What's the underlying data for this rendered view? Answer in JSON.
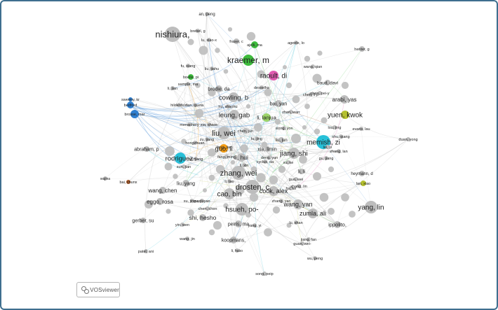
{
  "logo": {
    "text": "VOSviewer"
  },
  "colors": {
    "gray": "#bdbdbd",
    "blue": "#2f7fd0",
    "green": "#3cbb3c",
    "red": "#e02a2a",
    "cyan": "#27c0d8",
    "purple": "#9b59d0",
    "orange": "#f39c12",
    "pink": "#e05ab0",
    "olive": "#b5c02e",
    "brown": "#a65a2a",
    "lightgreen": "#9bd46a"
  },
  "nodes": [
    {
      "label": "an, peng",
      "c": "gray"
    },
    {
      "label": "nishiura,",
      "c": "gray"
    },
    {
      "label": "brebel, g",
      "c": "gray"
    },
    {
      "label": "ajelli, ma",
      "c": "green"
    },
    {
      "label": "fraser, c",
      "c": "gray"
    },
    {
      "label": "kraemer, m",
      "c": "green"
    },
    {
      "label": "lu, xiao-x",
      "c": "gray"
    },
    {
      "label": "liu, jiahu",
      "c": "gray"
    },
    {
      "label": "fu, xiang",
      "c": "gray"
    },
    {
      "label": "boelle, pi",
      "c": "green"
    },
    {
      "label": "sample, ma",
      "c": "gray"
    },
    {
      "label": "li, jian",
      "c": "gray"
    },
    {
      "label": "ageele, lo",
      "c": "gray"
    },
    {
      "label": "henter, g",
      "c": "gray"
    },
    {
      "label": "wang, qian",
      "c": "gray"
    },
    {
      "label": "raoult, di",
      "c": "pink"
    },
    {
      "label": "baud, davi",
      "c": "gray"
    },
    {
      "label": "chen, pei-y",
      "c": "gray"
    },
    {
      "label": "chen, li-p",
      "c": "gray"
    },
    {
      "label": "arabi, yas",
      "c": "gray"
    },
    {
      "label": "sweeny, kr",
      "c": "blue"
    },
    {
      "label": "bedford",
      "c": "blue"
    },
    {
      "label": "brosse, mar",
      "c": "blue"
    },
    {
      "label": "hildenfeld",
      "c": "gray"
    },
    {
      "label": "tan, queta",
      "c": "gray"
    },
    {
      "label": "brodie, da",
      "c": "gray"
    },
    {
      "label": "desselha",
      "c": "gray"
    },
    {
      "label": "cowling, b",
      "c": "gray"
    },
    {
      "label": "hu, shaohu",
      "c": "gray"
    },
    {
      "label": "leung, gab",
      "c": "gray"
    },
    {
      "label": "bai, yan",
      "c": "gray"
    },
    {
      "label": "zhan, warr",
      "c": "gray"
    },
    {
      "label": "yuen, kwok",
      "c": "olive"
    },
    {
      "label": "li, lanjua",
      "c": "lightgreen"
    },
    {
      "label": "xiong, yon",
      "c": "gray"
    },
    {
      "label": "lou, jing",
      "c": "gray"
    },
    {
      "label": "evans, lau",
      "c": "gray"
    },
    {
      "label": "shu, qiang",
      "c": "gray"
    },
    {
      "label": "menachery",
      "c": "gray"
    },
    {
      "label": "xia, shiwe",
      "c": "gray"
    },
    {
      "label": "liu, wei",
      "c": "gray"
    },
    {
      "label": "chen, jun",
      "c": "gray"
    },
    {
      "label": "zu, jiang",
      "c": "gray"
    },
    {
      "label": "fang, jian",
      "c": "gray"
    },
    {
      "label": "lu, jing",
      "c": "gray"
    },
    {
      "label": "liu, jun",
      "c": "gray"
    },
    {
      "label": "memish, zi",
      "c": "cyan"
    },
    {
      "label": "duan, yong",
      "c": "gray"
    },
    {
      "label": "hongzhuan",
      "c": "gray"
    },
    {
      "label": "abraham, p",
      "c": "gray"
    },
    {
      "label": "guo, li",
      "c": "orange"
    },
    {
      "label": "xia, limin",
      "c": "gray"
    },
    {
      "label": "jiang, shi",
      "c": "gray"
    },
    {
      "label": "zhang, lan",
      "c": "gray"
    },
    {
      "label": "rodriguez-",
      "c": "cyan"
    },
    {
      "label": "fang, ming",
      "c": "gray"
    },
    {
      "label": "li, hui",
      "c": "gray"
    },
    {
      "label": "deng, yan",
      "c": "gray"
    },
    {
      "label": "qu, jiang",
      "c": "gray"
    },
    {
      "label": "xu, ke",
      "c": "gray"
    },
    {
      "label": "sun, jian",
      "c": "gray"
    },
    {
      "label": "li, xin",
      "c": "gray"
    },
    {
      "label": "zhang, wei",
      "c": "gray"
    },
    {
      "label": "li, li",
      "c": "gray"
    },
    {
      "label": "heymann, d",
      "c": "gray"
    },
    {
      "label": "wujina",
      "c": "gray"
    },
    {
      "label": "bai, chunx",
      "c": "brown"
    },
    {
      "label": "liu, yang",
      "c": "gray"
    },
    {
      "label": "li, tao",
      "c": "gray"
    },
    {
      "label": "drosten, c",
      "c": "gray"
    },
    {
      "label": "cook, alex",
      "c": "gray"
    },
    {
      "label": "guo, wei",
      "c": "gray"
    },
    {
      "label": "zhang, lin",
      "c": "gray"
    },
    {
      "label": "lan, xiao",
      "c": "olive"
    },
    {
      "label": "wang, chen",
      "c": "gray"
    },
    {
      "label": "cao, bin",
      "c": "gray"
    },
    {
      "label": "hu, ke",
      "c": "gray"
    },
    {
      "label": "xu, jingwe",
      "c": "gray"
    },
    {
      "label": "zhang, yan",
      "c": "gray"
    },
    {
      "label": "eggo, rosa",
      "c": "gray"
    },
    {
      "label": "xu, jiuyan",
      "c": "gray"
    },
    {
      "label": "hsueh, po-",
      "c": "gray"
    },
    {
      "label": "wang, yan",
      "c": "gray"
    },
    {
      "label": "zumla, ali",
      "c": "gray"
    },
    {
      "label": "yang, lin",
      "c": "gray"
    },
    {
      "label": "chen, chen",
      "c": "gray"
    },
    {
      "label": "gerber, su",
      "c": "gray"
    },
    {
      "label": "shi, hesho",
      "c": "gray"
    },
    {
      "label": "peiris, ma",
      "c": "gray"
    },
    {
      "label": "lu, shan",
      "c": "gray"
    },
    {
      "label": "ippolito,",
      "c": "gray"
    },
    {
      "label": "yin, wen",
      "c": "gray"
    },
    {
      "label": "yang, yi",
      "c": "gray"
    },
    {
      "label": "wang, jin",
      "c": "gray"
    },
    {
      "label": "koopmans,",
      "c": "gray"
    },
    {
      "label": "guan, wei-",
      "c": "gray"
    },
    {
      "label": "jiang, fan",
      "c": "gray"
    },
    {
      "label": "patel, ani",
      "c": "gray"
    },
    {
      "label": "li, hubo",
      "c": "gray"
    },
    {
      "label": "wu, peng",
      "c": "gray"
    },
    {
      "label": "song, peip",
      "c": "gray"
    },
    {
      "label": "cyclus, da",
      "c": "gray"
    },
    {
      "label": "gu, jiang",
      "c": "gray"
    },
    {
      "label": "lei, yi",
      "c": "gray"
    }
  ],
  "extra_dots": 60
}
